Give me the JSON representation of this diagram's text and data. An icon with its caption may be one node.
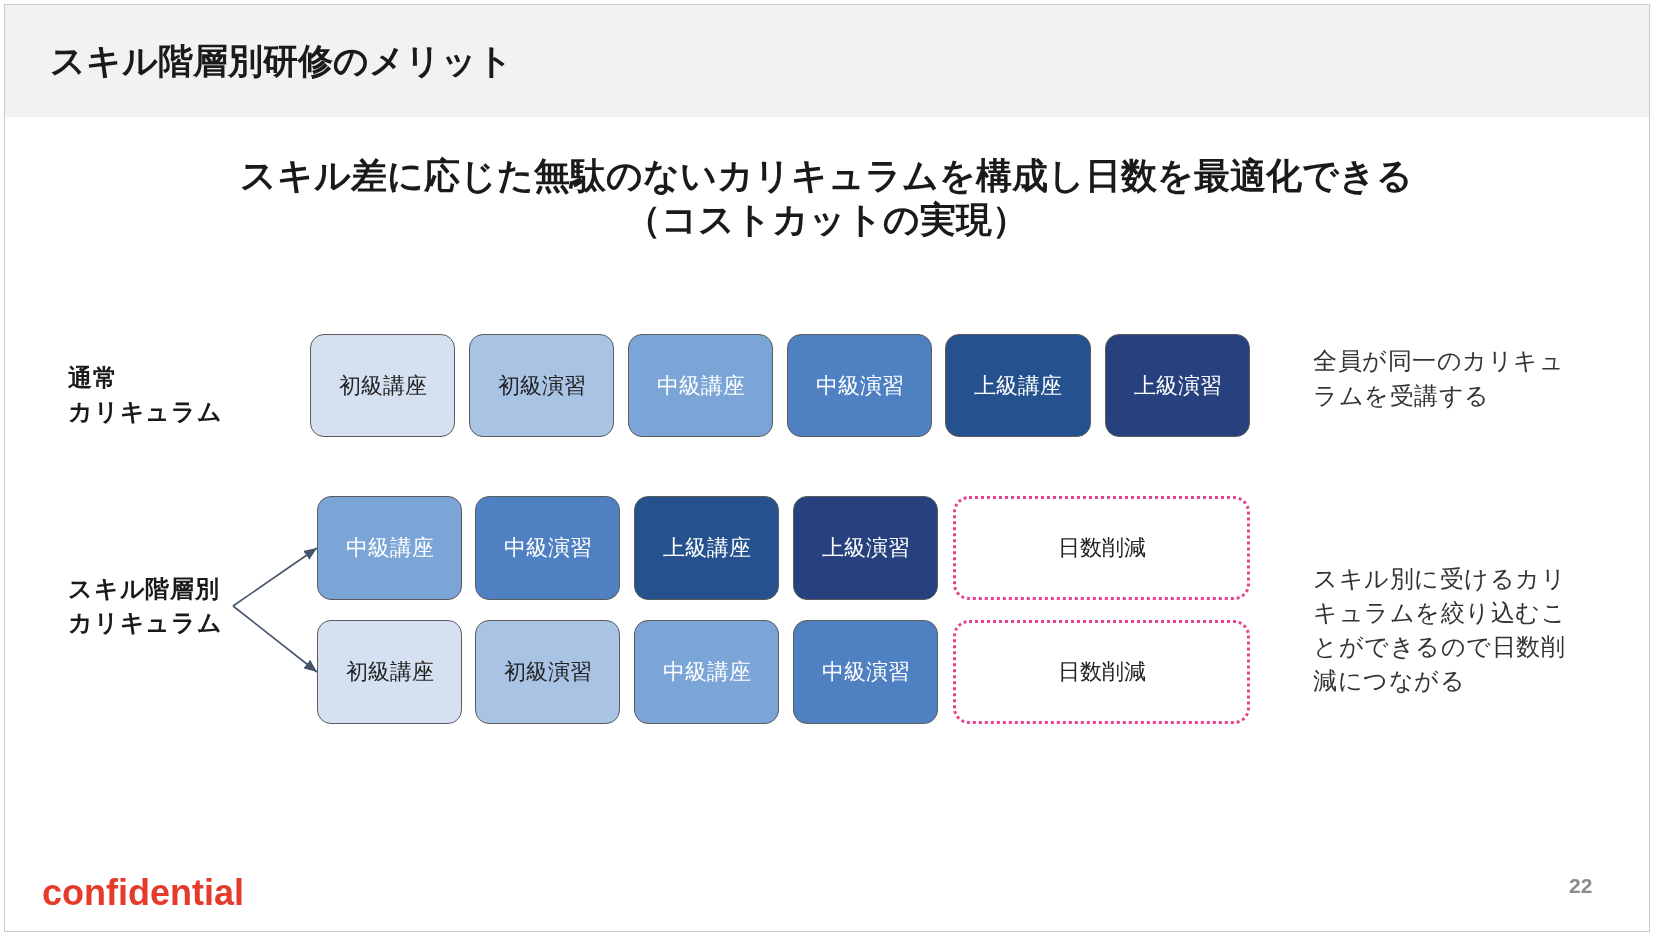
{
  "diagram": {
    "title": "スキル階層別研修のメリット",
    "nodes": [
      {
        "text": [
          "初級講座"
        ]
      },
      {
        "text": [
          "初級演習"
        ]
      },
      {
        "text": [
          "中級講座"
        ]
      },
      {
        "text": [
          "中級演習"
        ]
      },
      {
        "text": [
          "上級講座"
        ]
      },
      {
        "text": [
          "上級演習"
        ]
      },
      {
        "text": [
          "スキル階層別カリキュラム"
        ]
      },
      {
        "text": [
          "中級講座"
        ]
      },
      {
        "text": [
          "中級演習"
        ]
      },
      {
        "text": [
          "上級講座"
        ]
      },
      {
        "text": [
          "上級演習"
        ]
      },
      {
        "text": [
          "日数削減"
        ]
      },
      {
        "text": [
          "初級講座"
        ]
      },
      {
        "text": [
          "初級演習"
        ]
      },
      {
        "text": [
          "中級講座"
        ]
      },
      {
        "text": [
          "中級演習"
        ]
      },
      {
        "text": [
          "日数削減"
        ]
      }
    ],
    "edges": [
      {
        "from": 6,
        "to": 7,
        "arrow": "to"
      },
      {
        "from": 6,
        "to": 12,
        "arrow": "to"
      }
    ],
    "labels": [
      "スキル差に応じた無駄のないカリキュラムを構成し日数を最適化できる（コストカットの実現）",
      "通常カリキュラム",
      "全員が同一のカリキュラムを受講する",
      "スキル別に受けるカリキュラムを絞り込むことができるので日数削減につながる",
      "confidential",
      "22"
    ]
  }
}
